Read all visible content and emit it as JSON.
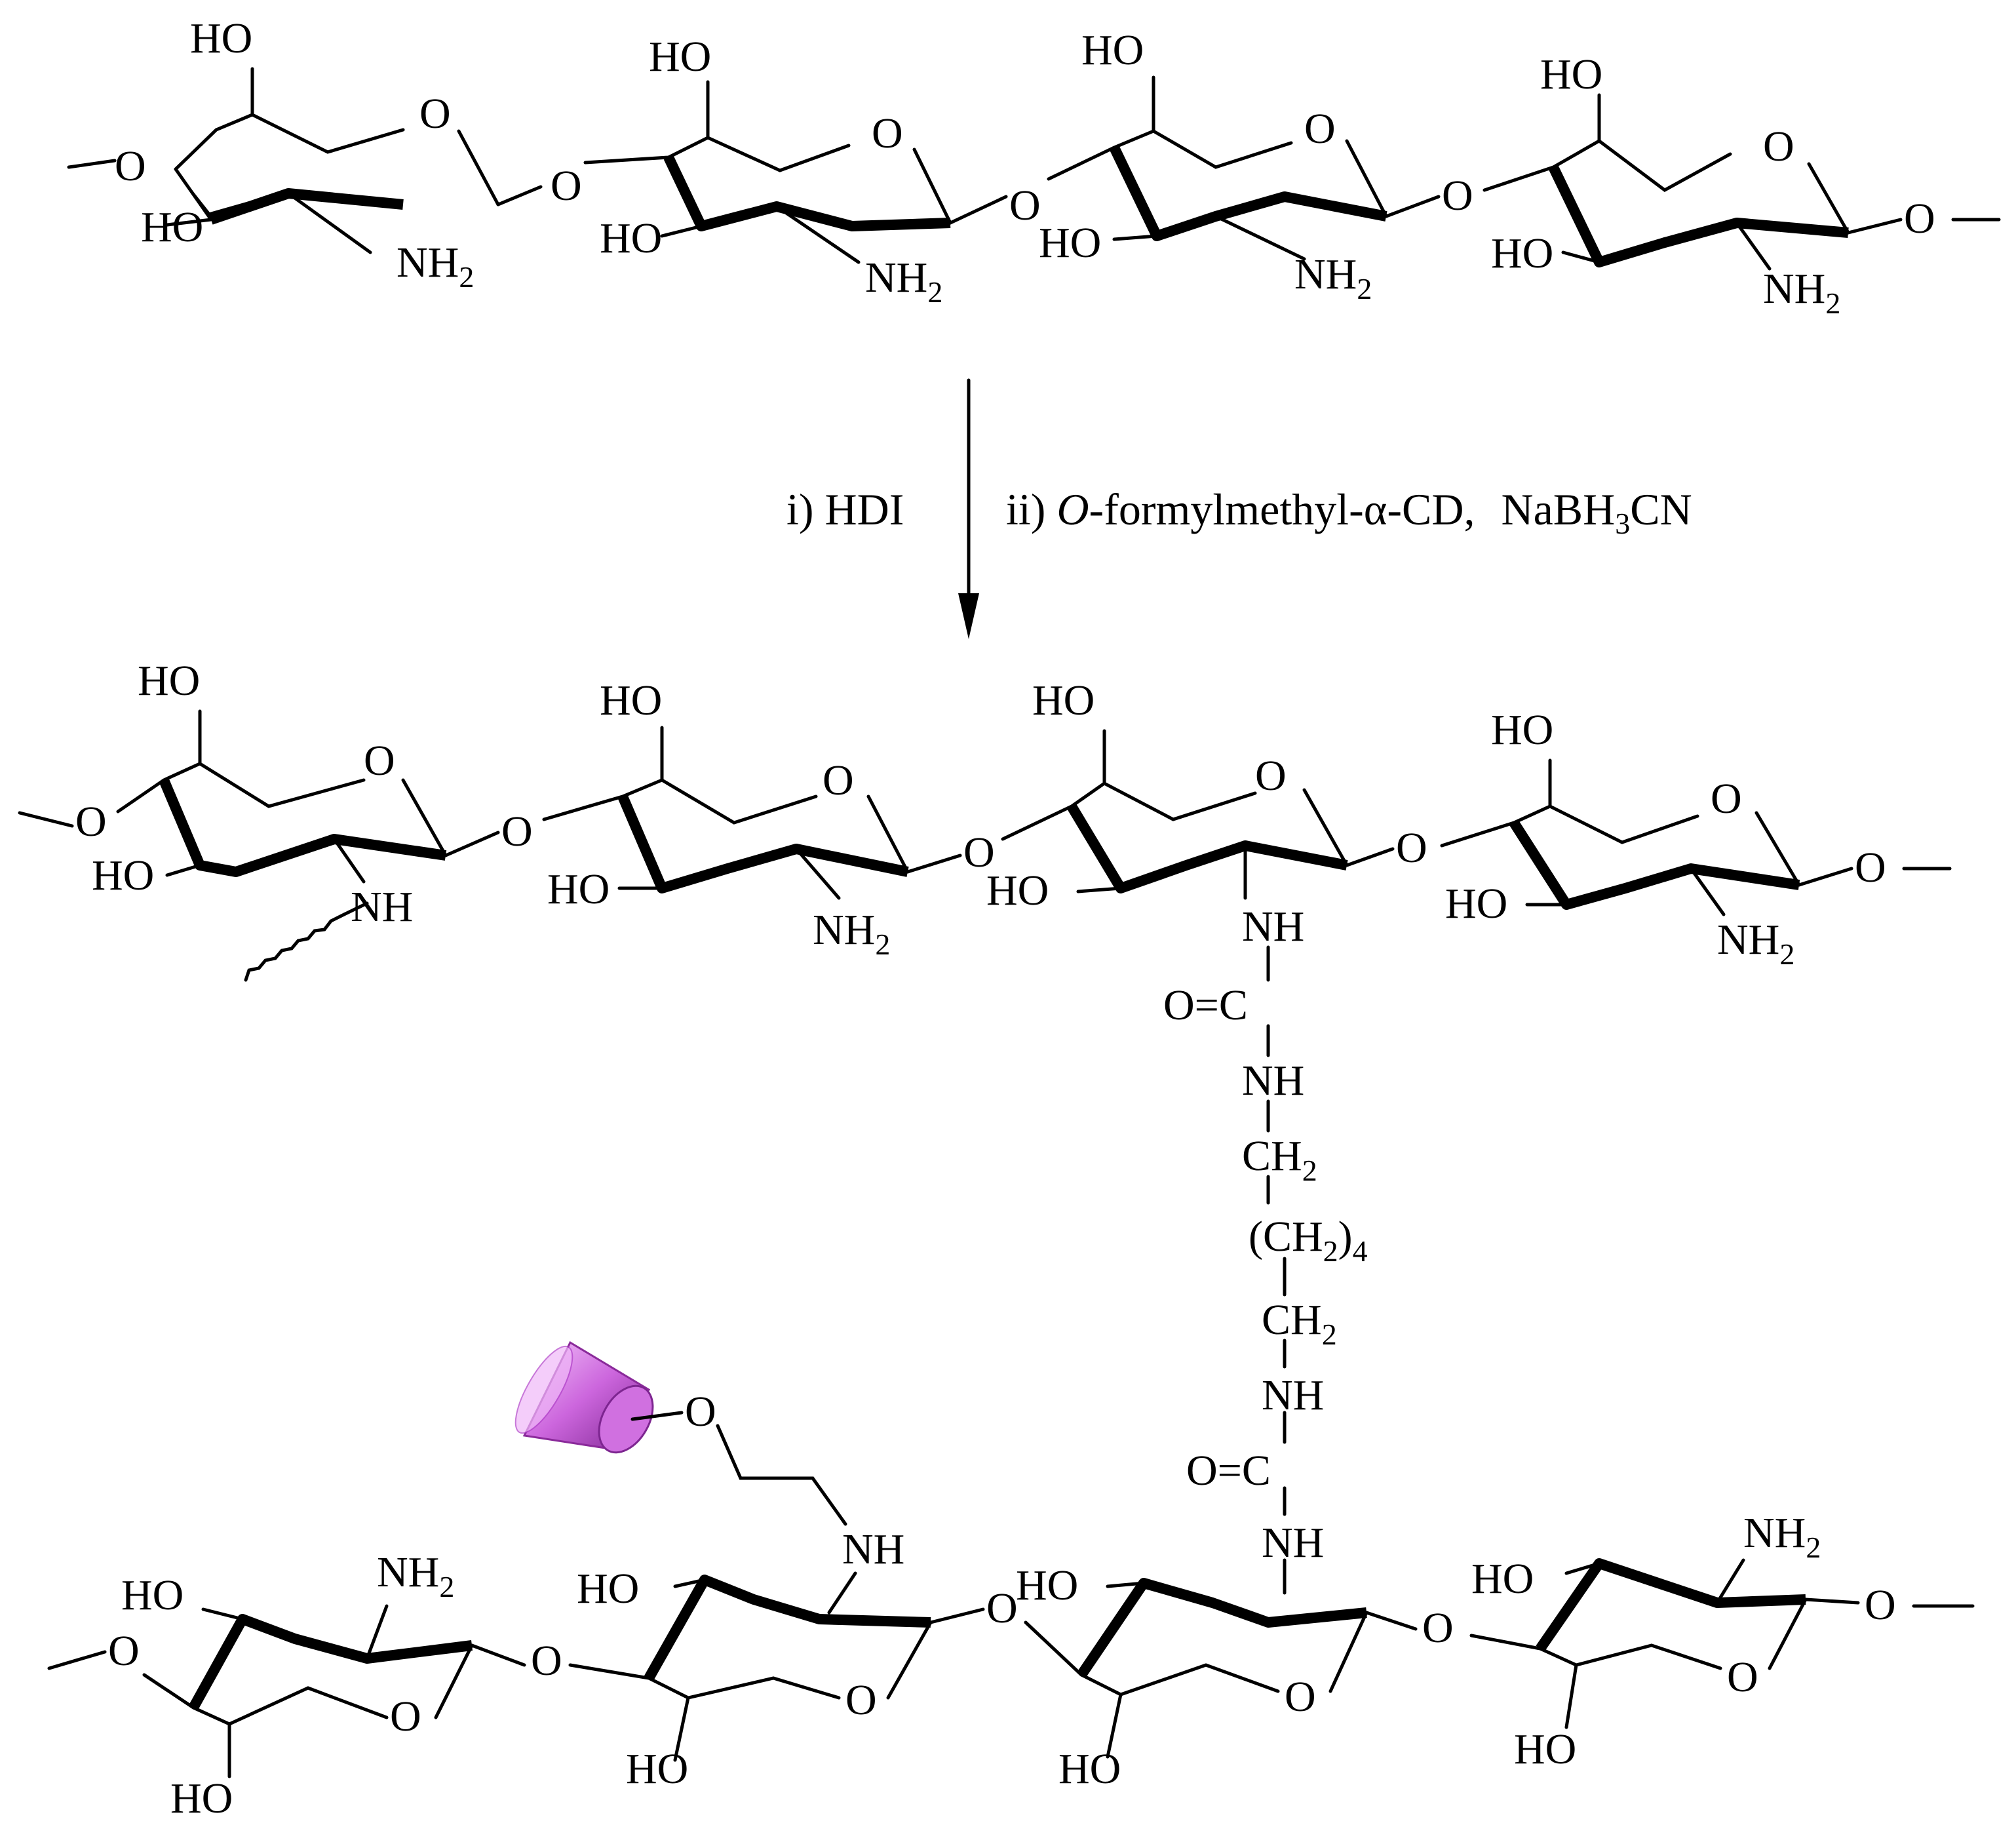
{
  "atoms": {
    "ho": "HO",
    "o": "O",
    "nh": "NH",
    "nh2_main": "NH",
    "nh2_sub": "2",
    "c": "C",
    "o_eq": "O="
  },
  "linker": {
    "ch2_main": "CH",
    "ch2_sub": "2",
    "ch2_4_open": "(CH",
    "ch2_4_sub": "2",
    "ch2_4_close": ")",
    "ch2_4_count": "4"
  },
  "reaction": {
    "step1": "i) HDI",
    "step2_prefix": "ii) ",
    "step2_italic": "O",
    "step2_reagent": "-formylmethyl-α-CD,",
    "step2_reductant_main": "NaBH",
    "step2_reductant_sub": "3",
    "step2_reductant_end": "CN"
  },
  "colors": {
    "cyclodextrin_fill": "#cc66dd",
    "cyclodextrin_dark": "#8a2a9a",
    "cyclodextrin_light": "#f0b8f8"
  }
}
